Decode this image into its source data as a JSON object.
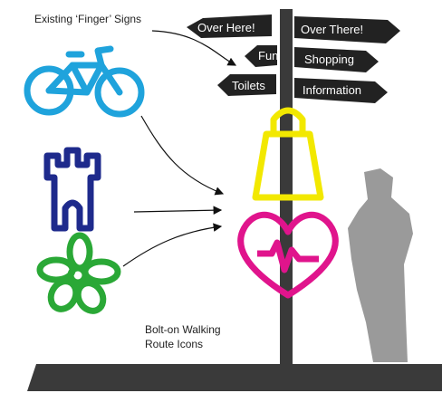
{
  "annotations": {
    "top": "Existing ‘Finger’ Signs",
    "bottom_line1": "Bolt-on Walking",
    "bottom_line2": "Route Icons"
  },
  "signs": {
    "over_here": "Over Here!",
    "over_there": "Over There!",
    "fun": "Fun",
    "shopping": "Shopping",
    "toilets": "Toilets",
    "information": "Information"
  },
  "icons": {
    "bike": "bicycle-icon",
    "castle": "castle-icon",
    "flower": "flower-icon",
    "bag": "shopping-bag-icon",
    "heart": "heart-icon",
    "person": "person-silhouette"
  },
  "colors": {
    "bike": "#1fa3dc",
    "castle": "#1e2a8c",
    "flower": "#2aa836",
    "bag": "#f2e800",
    "heart": "#e0148c",
    "post": "#3a3a3a",
    "person": "#9a9a9a"
  }
}
